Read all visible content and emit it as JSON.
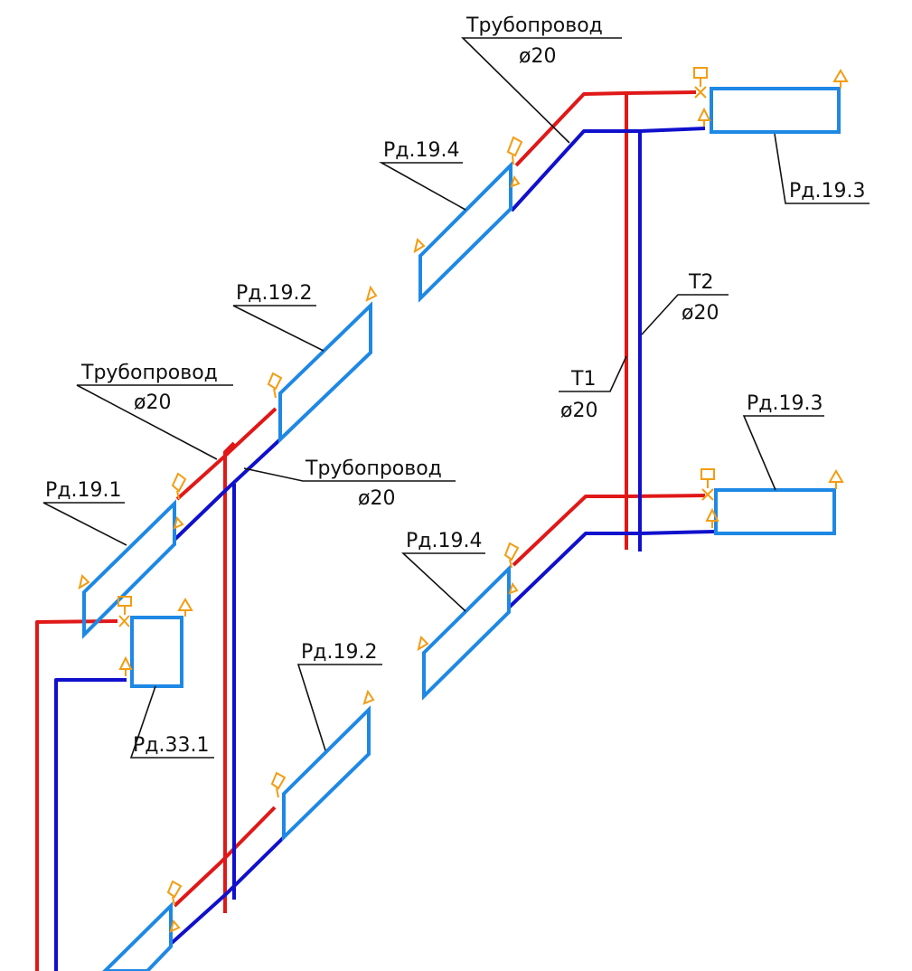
{
  "diagram": {
    "labels": {
      "pipe_top": "Трубопровод",
      "pipe_top_dia": "ø20",
      "pipe_left": "Трубопровод",
      "pipe_left_dia": "ø20",
      "pipe_mid": "Трубопровод",
      "pipe_mid_dia": "ø20",
      "rd_19_4_top": "Рд.19.4",
      "rd_19_3_top": "Рд.19.3",
      "rd_19_2_top": "Рд.19.2",
      "rd_19_1": "Рд.19.1",
      "rd_33_1": "Рд.33.1",
      "t2": "Т2",
      "t2_dia": "ø20",
      "t1": "Т1",
      "t1_dia": "ø20",
      "rd_19_3_bottom": "Рд.19.3",
      "rd_19_4_bottom": "Рд.19.4",
      "rd_19_2_bottom": "Рд.19.2"
    },
    "colors": {
      "supply": "#e01818",
      "return": "#1010cc",
      "radiator": "#1e88e5",
      "valve": "#f39c12",
      "text": "#111111"
    }
  }
}
